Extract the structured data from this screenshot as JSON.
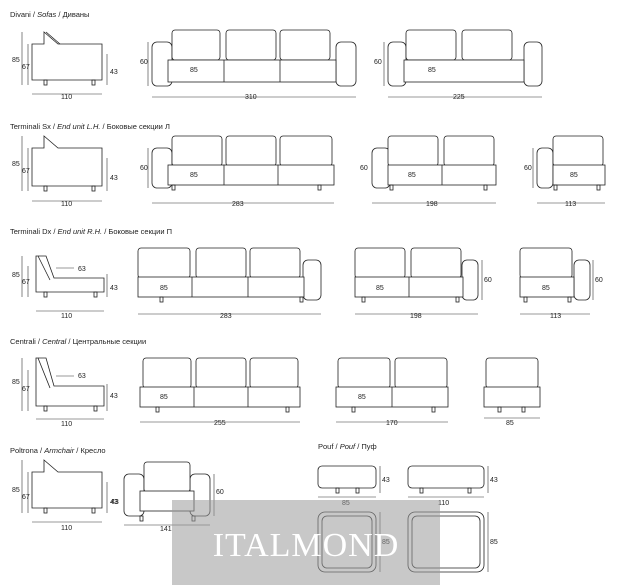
{
  "sections": [
    {
      "title_it": "Divani",
      "title_en": "Sofas",
      "title_ru": "Диваны",
      "side": {
        "height": "85",
        "seat": "67",
        "arm": "43",
        "depth": "110"
      },
      "fronts": [
        {
          "width": "310",
          "height": "60",
          "seat_depth": "85"
        },
        {
          "width": "225",
          "height": "60",
          "seat_depth": "85"
        }
      ]
    },
    {
      "title_it": "Terminali Sx",
      "title_en": "End unit L.H.",
      "title_ru": "Боковые секции Л",
      "side": {
        "height": "85",
        "seat": "67",
        "arm": "43",
        "depth": "110"
      },
      "fronts": [
        {
          "width": "283",
          "height": "60",
          "seat_depth": "85"
        },
        {
          "width": "198",
          "height": "60",
          "seat_depth": "85"
        },
        {
          "width": "113",
          "height": "60",
          "seat_depth": "85"
        }
      ]
    },
    {
      "title_it": "Terminali Dx",
      "title_en": "End unit R.H.",
      "title_ru": "Боковые секции П",
      "side": {
        "height": "85",
        "seat": "67",
        "arm": "43",
        "depth": "110",
        "back": "63"
      },
      "fronts": [
        {
          "width": "283",
          "height": "",
          "seat_depth": "85"
        },
        {
          "width": "198",
          "height": "60",
          "seat_depth": "85"
        },
        {
          "width": "113",
          "height": "60",
          "seat_depth": "85"
        }
      ]
    },
    {
      "title_it": "Centrali",
      "title_en": "Central",
      "title_ru": "Центральные секции",
      "side": {
        "height": "85",
        "seat": "67",
        "arm": "43",
        "depth": "110",
        "back": "63"
      },
      "fronts": [
        {
          "width": "255",
          "seat_depth": "85"
        },
        {
          "width": "170",
          "seat_depth": "85"
        },
        {
          "width": "85",
          "seat_depth": ""
        }
      ]
    },
    {
      "title_it": "Poltrona",
      "title_en": "Armchair",
      "title_ru": "Кресло",
      "side": {
        "height": "85",
        "seat": "67",
        "arm": "43",
        "depth": "110"
      },
      "fronts": [
        {
          "width": "141",
          "height": "60",
          "arm": "43"
        }
      ]
    }
  ],
  "pouf": {
    "title_it": "Pouf",
    "title_en": "Pouf",
    "title_ru": "Пуф",
    "items": [
      {
        "width": "85",
        "height": "43",
        "depth": "85"
      },
      {
        "width": "110",
        "height": "43",
        "depth": "85"
      }
    ]
  },
  "watermark": "ITALMOND"
}
